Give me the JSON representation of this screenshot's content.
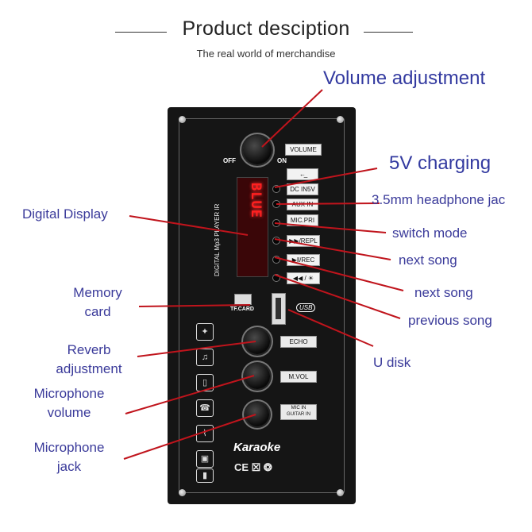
{
  "header": {
    "title": "Product desciption",
    "subtitle": "The real world of merchandise"
  },
  "callouts": {
    "volume_adjustment": "Volume adjustment",
    "charging": "5V charging",
    "headphone": "3.5mm headphone jac",
    "digital_display": "Digital Display",
    "switch_mode": "switch mode",
    "next_song_1": "next song",
    "memory_card_1": "Memory",
    "memory_card_2": "card",
    "next_song_2": "next song",
    "previous_song": "previous song",
    "reverb_1": "Reverb",
    "reverb_2": "adjustment",
    "u_disk": "U disk",
    "mic_volume_1": "Microphone",
    "mic_volume_2": "volume",
    "mic_jack_1": "Microphone",
    "mic_jack_2": "jack"
  },
  "panel": {
    "off_label": "OFF",
    "on_label": "ON",
    "volume_tag": "VOLUME",
    "arrow_tag": "←̲",
    "dc_tag": "DC IN5V",
    "aux_tag": "AUX IN",
    "mic_pri_tag": "MIC.PRI",
    "repl_tag": "▶▶/REPL",
    "rec_tag": "▶‖/REC",
    "light_tag": "◀◀ / ☀",
    "player_label": "DIGITAL Mp3 PLAYER IR",
    "display_value": "BLUE",
    "tf_card": "TF.CARD",
    "usb_tag": "USB",
    "echo_tag": "ECHO",
    "mvol_tag": "M.VOL",
    "mic_guitar_tag_1": "MIC IN",
    "mic_guitar_tag_2": "GUITAR IN",
    "brand": "Karaoke",
    "cert_marks": "CE ☒ ❂"
  },
  "colors": {
    "label_text": "#3a3a9a",
    "leader_line": "#c0141c",
    "panel_bg": "#151515",
    "display_red": "#ff2020"
  },
  "icons": [
    "bluetooth-icon",
    "music-file-icon",
    "tablet-icon",
    "phone-icon",
    "microphone-icon",
    "speaker-icon",
    "battery-icon"
  ]
}
